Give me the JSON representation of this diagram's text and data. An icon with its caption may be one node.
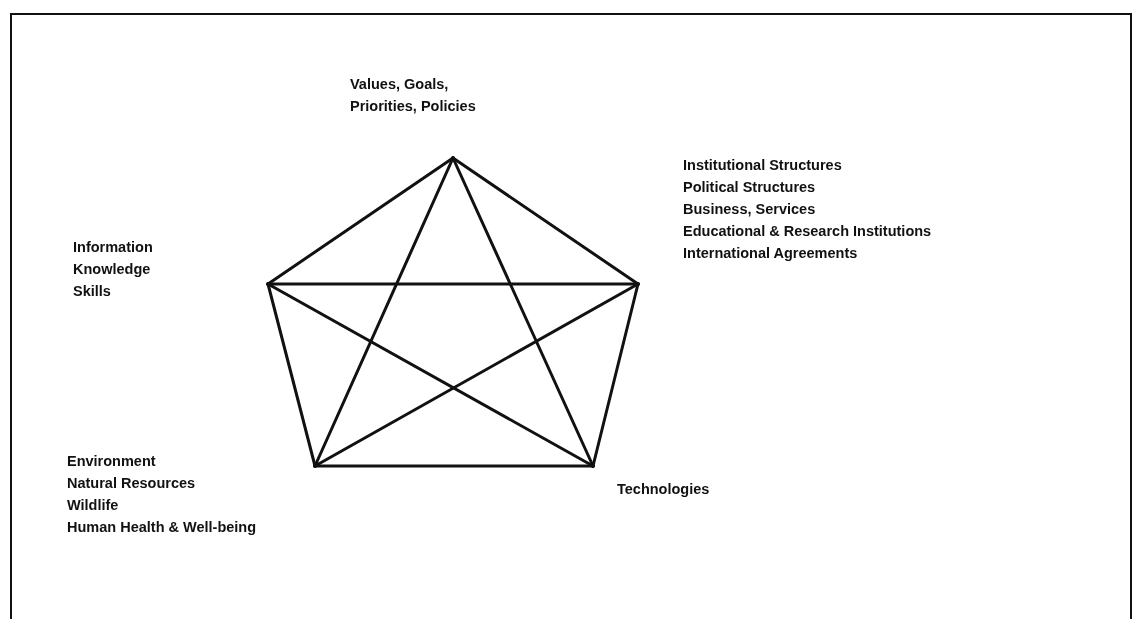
{
  "diagram": {
    "nodes": [
      {
        "text": [],
        "shape": "circle",
        "beside": [
          "Values, Goals, Priorities, Policies"
        ]
      },
      {
        "text": [],
        "shape": "circle",
        "beside": [
          "Institutional Structures",
          "Political Structures",
          "Business, Services",
          "Educational & Research Institutions",
          "International Agreements"
        ]
      },
      {
        "text": [],
        "shape": "circle",
        "beside": [
          "Information",
          "Knowledge",
          "Skills"
        ]
      },
      {
        "text": [],
        "shape": "circle",
        "beside": [
          "Environment",
          "Natural Resources",
          "Wildlife",
          "Human Health & Well-being"
        ]
      },
      {
        "text": [],
        "shape": "circle",
        "beside": [
          "Technologies"
        ]
      }
    ],
    "edges": [
      {
        "from": 0,
        "to": 1,
        "arrow": "none"
      },
      {
        "from": 0,
        "to": 2,
        "arrow": "none"
      },
      {
        "from": 0,
        "to": 3,
        "arrow": "none"
      },
      {
        "from": 0,
        "to": 4,
        "arrow": "none"
      },
      {
        "from": 1,
        "to": 2,
        "arrow": "none"
      },
      {
        "from": 1,
        "to": 3,
        "arrow": "none"
      },
      {
        "from": 1,
        "to": 4,
        "arrow": "none"
      },
      {
        "from": 2,
        "to": 3,
        "arrow": "none"
      },
      {
        "from": 2,
        "to": 4,
        "arrow": "none"
      },
      {
        "from": 3,
        "to": 4,
        "arrow": "none"
      }
    ]
  }
}
